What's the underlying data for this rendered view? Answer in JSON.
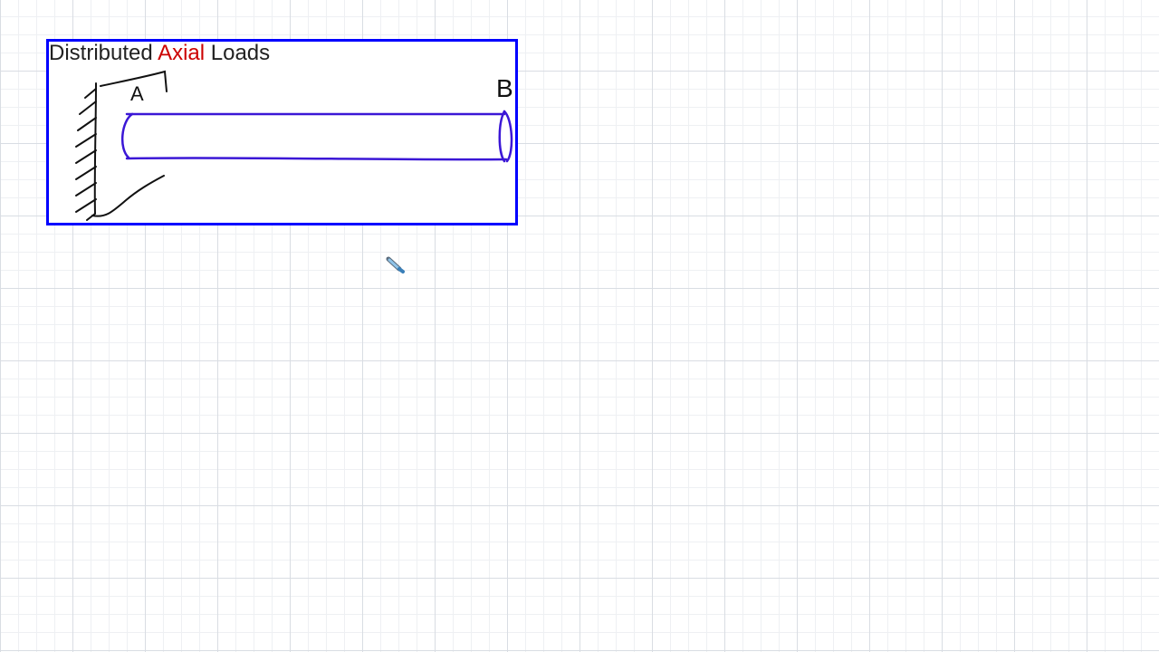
{
  "diagram": {
    "title_part1": "Distributed ",
    "title_accent": "Axial",
    "title_part2": " Loads",
    "label_a": "A",
    "label_b": "B",
    "colors": {
      "frame": "#0000ff",
      "bar": "#3b17d6",
      "accent": "#cc0000",
      "ink": "#111111"
    }
  },
  "cursor": {
    "icon": "pen-cursor-icon"
  }
}
